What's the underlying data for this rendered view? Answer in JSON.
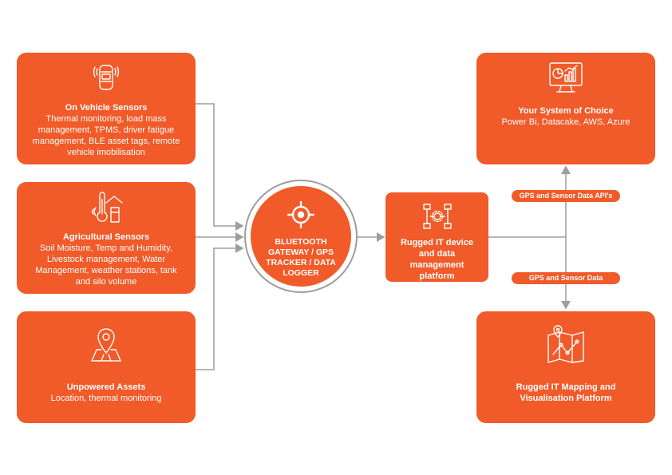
{
  "sources": [
    {
      "title": "On Vehicle Sensors",
      "description": "Thermal monitoring, load mass management, TPMS, driver fatigue management, BLE asset tags, remote vehicle imobilisation",
      "icon": "vehicle-sensor-icon"
    },
    {
      "title": "Agricultural Sensors",
      "description": "Soil Moisture, Temp and Humidity, Livestock management, Water Management, weather stations, tank and silo volume",
      "icon": "farm-thermometer-icon"
    },
    {
      "title": "Unpowered Assets",
      "description": "Location, thermal monitoring",
      "icon": "map-pin-icon"
    }
  ],
  "gateway": {
    "label": "BLUETOOTH\nGATEWAY / GPS\nTRACKER / DATA\nLOGGER",
    "icon": "target-crosshair-icon"
  },
  "platform": {
    "label": "Rugged IT device and data management platform",
    "icon": "network-nodes-gear-icon"
  },
  "destinations": [
    {
      "title": "Your System of Choice",
      "description": "Power Bi, Datacake, AWS, Azure",
      "icon": "monitor-dashboard-icon"
    },
    {
      "title": "Rugged IT Mapping and Visualisation Platform",
      "description": "",
      "icon": "map-route-icon"
    }
  ],
  "links": {
    "api_label": "GPS and Sensor Data API's",
    "data_label": "GPS and Sensor Data"
  },
  "colors": {
    "accent": "#f15a29",
    "connector": "#9e9e9e",
    "text_on_accent": "#ffffff"
  }
}
